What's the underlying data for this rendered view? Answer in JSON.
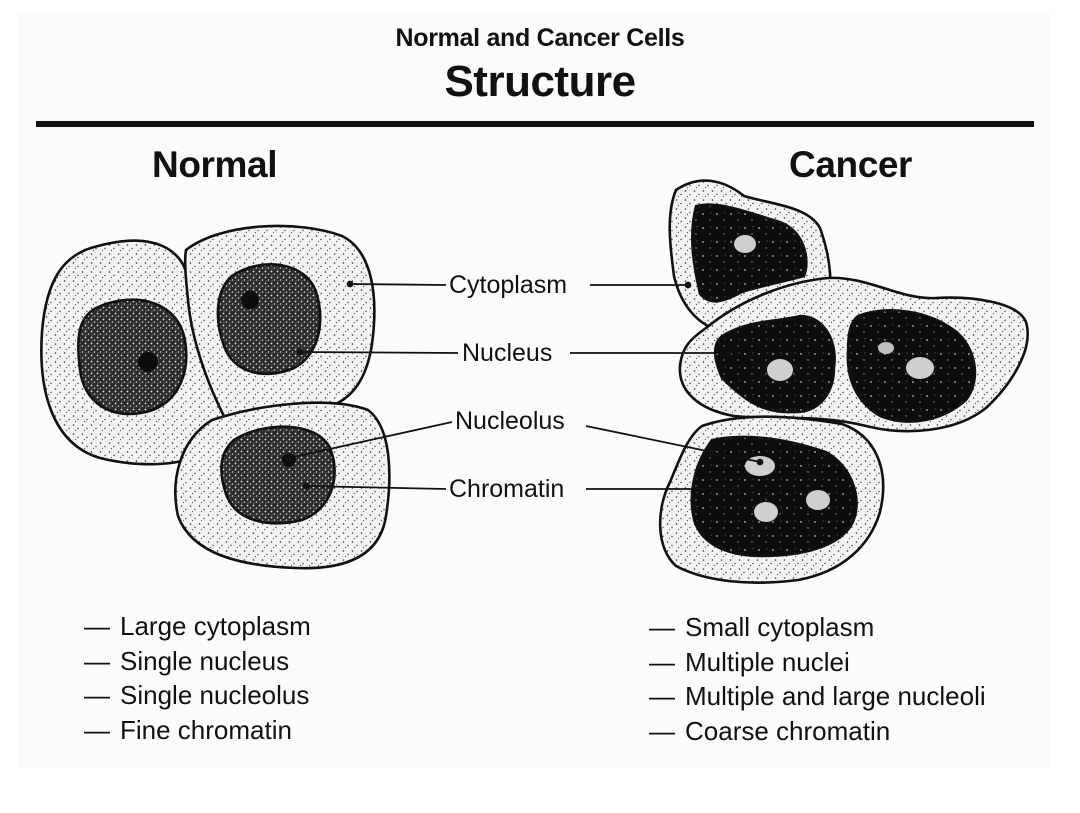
{
  "header": {
    "subtitle": "Normal and Cancer Cells",
    "title": "Structure"
  },
  "columns": {
    "normal": "Normal",
    "cancer": "Cancer"
  },
  "callouts": {
    "cytoplasm": "Cytoplasm",
    "nucleus": "Nucleus",
    "nucleolus": "Nucleolus",
    "chromatin": "Chromatin"
  },
  "normal_traits": [
    "Large cytoplasm",
    "Single nucleus",
    "Single nucleolus",
    "Fine chromatin"
  ],
  "cancer_traits": [
    "Small cytoplasm",
    "Multiple nuclei",
    "Multiple and large nucleoli",
    "Coarse chromatin"
  ],
  "bullet_symbol": "—",
  "colors": {
    "ink": "#111111",
    "paper": "#fbfbfb"
  }
}
